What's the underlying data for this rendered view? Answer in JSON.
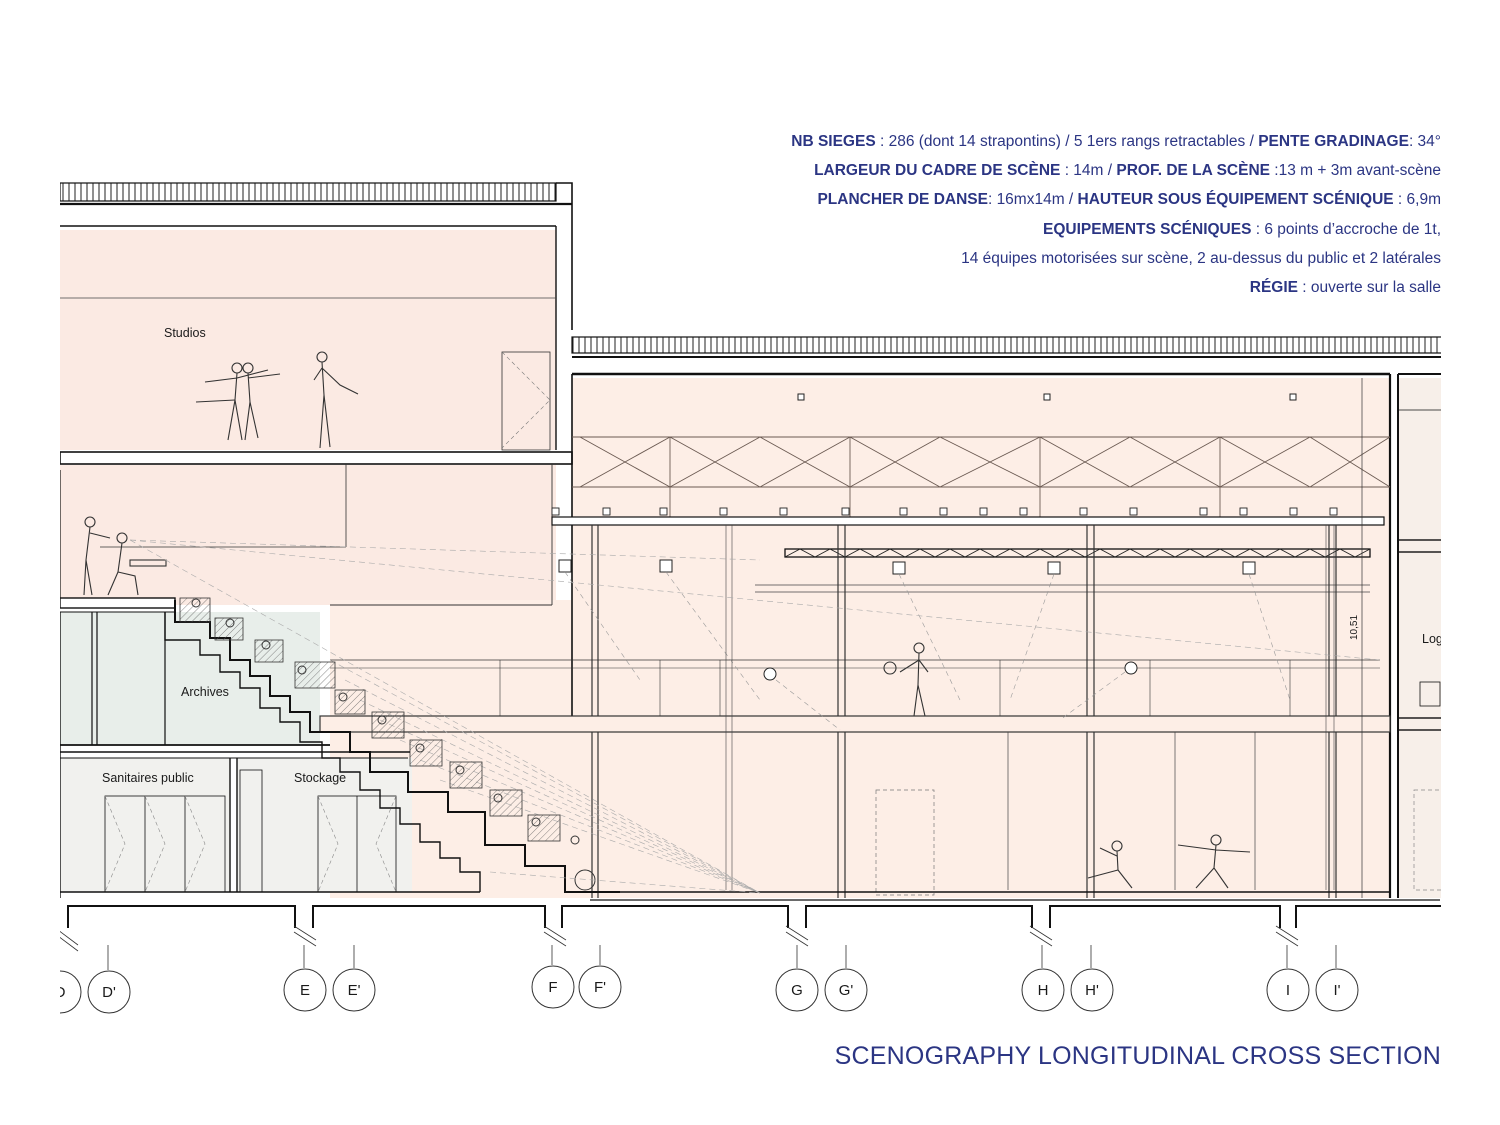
{
  "specs": {
    "line1": {
      "label_a": "NB SIEGES",
      "text_a": " : 286 (dont 14 strapontins) / 5 1ers rangs retractables / ",
      "label_b": "PENTE GRADINAGE",
      "text_b": ": 34°"
    },
    "line2": {
      "label_a": "LARGEUR DU CADRE DE SCÈNE",
      "text_a": " : 14m / ",
      "label_b": "PROF. DE LA SCÈNE",
      "text_b": " :13 m + 3m avant-scène"
    },
    "line3": {
      "label_a": "PLANCHER DE DANSE",
      "text_a": ": 16mx14m / ",
      "label_b": "HAUTEUR SOUS ÉQUIPEMENT SCÉNIQUE",
      "text_b": " : 6,9m"
    },
    "line4": {
      "label_a": "EQUIPEMENTS SCÉNIQUES",
      "text_a": " : 6 points d’accroche de 1t,"
    },
    "line5": {
      "text": "14 équipes motorisées sur scène, 2 au-dessus du public et 2 latérales"
    },
    "line6": {
      "label_a": "RÉGIE",
      "text_a": " : ouverte sur la salle"
    }
  },
  "rooms": {
    "studios": "Studios",
    "archives": "Archives",
    "sanitaires": "Sanitaires public",
    "stockage": "Stockage",
    "loges": "Log"
  },
  "dimension_label": "10,51",
  "axes": [
    "D",
    "D'",
    "E",
    "E'",
    "F",
    "F'",
    "G",
    "G'",
    "H",
    "H'",
    "I",
    "I'"
  ],
  "title": "SCENOGRAPHY LONGITUDINAL CROSS SECTION",
  "colors": {
    "accent": "#2b3583",
    "room_fill": "#fbeae3",
    "archives_fill": "#e8eeea",
    "service_fill": "#f1f1ee",
    "line": "#1a1a1a"
  }
}
